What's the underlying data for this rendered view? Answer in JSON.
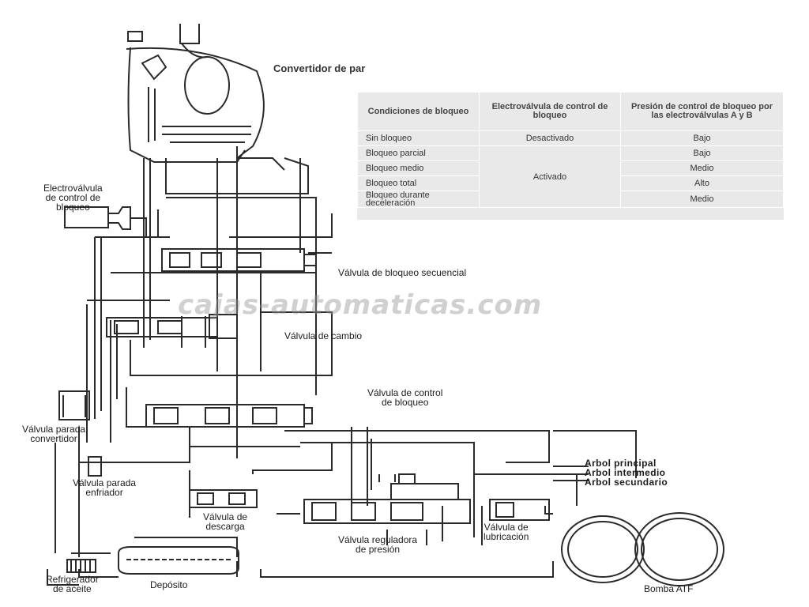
{
  "diagram": {
    "title": "Convertidor de par",
    "watermark": "cajas-automaticas.com",
    "labels": {
      "electrovalvula": [
        "Electroválvula",
        "de control de",
        "bloqueo"
      ],
      "bloqueo_secuencial": "Válvula de bloqueo secuencial",
      "cambio": "Válvula de cambio",
      "control_bloqueo": [
        "Válvula de control",
        "de bloqueo"
      ],
      "parada_convertidor": [
        "Válvula parada",
        "convertidor"
      ],
      "parada_enfriador": [
        "Válvula parada",
        "enfriador"
      ],
      "descarga": [
        "Válvula de",
        "descarga"
      ],
      "reguladora": [
        "Válvula reguladora",
        "de presión"
      ],
      "lubricacion": [
        "Válvula de",
        "lubricación"
      ],
      "refrigerador": [
        "Refrigerador",
        "de aceite"
      ],
      "deposito": "Depósito",
      "bomba": "Bomba ATF",
      "arbol_principal": "Arbol principal",
      "arbol_intermedio": "Arbol intermedio",
      "arbol_secundario": "Arbol secundario"
    }
  },
  "table": {
    "headers": [
      [
        "Condiciones",
        "de bloqueo"
      ],
      [
        "Electroválvula de",
        "control de bloqueo"
      ],
      [
        "Presión de control de",
        "bloqueo por las",
        "electroválvulas A y B"
      ]
    ],
    "rows": [
      {
        "condition": [
          "Sin bloqueo"
        ],
        "electrovalvula": "Desactivado",
        "presion": "Bajo"
      },
      {
        "condition": [
          "Bloqueo parcial"
        ],
        "electrovalvula": "",
        "presion": "Bajo"
      },
      {
        "condition": [
          "Bloqueo medio"
        ],
        "electrovalvula": "Activado",
        "presion": "Medio"
      },
      {
        "condition": [
          "Bloqueo total"
        ],
        "electrovalvula": "",
        "presion": "Alto"
      },
      {
        "condition": [
          "Bloqueo durante",
          "deceleración"
        ],
        "electrovalvula": "",
        "presion": "Medio"
      }
    ]
  }
}
